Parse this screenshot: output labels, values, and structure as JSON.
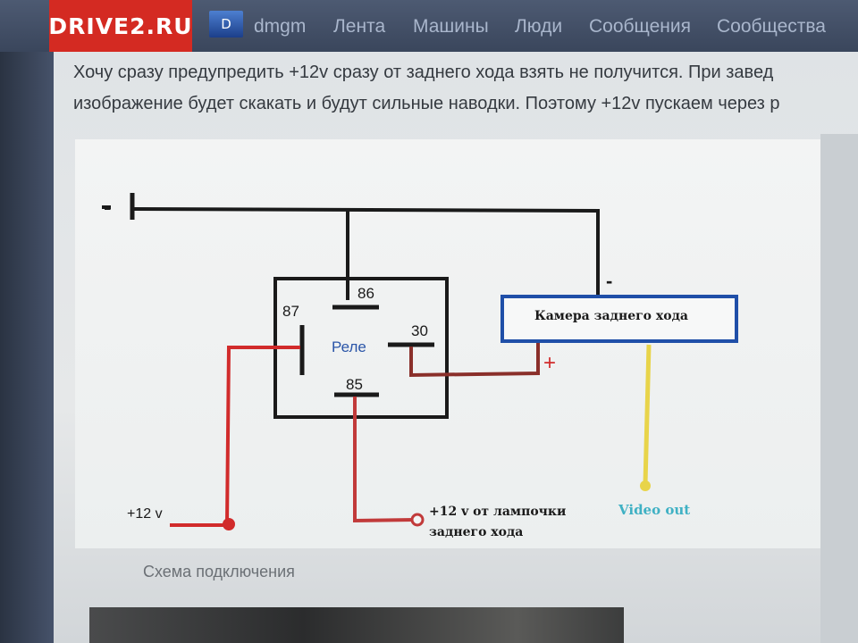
{
  "header": {
    "logo": "DRIVE2.RU",
    "avatar_letter": "D",
    "username": "dmgm",
    "nav": [
      "Лента",
      "Машины",
      "Люди",
      "Сообщения",
      "Сообщества"
    ]
  },
  "article": {
    "line1": "Хочу сразу предупредить +12v сразу от заднего хода взять не получится. При завед",
    "line2": "изображение будет скакать и будут сильные наводки. Поэтому +12v пускаем через р",
    "caption": "Схема подключения"
  },
  "diagram": {
    "minus_left": "-",
    "minus_camera": "-",
    "relay_label": "Реле",
    "pin86": "86",
    "pin87": "87",
    "pin30": "30",
    "pin85": "85",
    "camera_label": "Камера заднего хода",
    "plus_camera": "+",
    "plus12_label": "+12 v",
    "lamp_line1": "+12 v от лампочки",
    "lamp_line2": "заднего хода",
    "video_label": "Video out"
  },
  "colors": {
    "logo_red": "#d42a22",
    "wire_black": "#1a1a1a",
    "wire_red": "#d12b2b",
    "wire_yellow": "#e8d44a",
    "camera_box": "#1f4fa8",
    "video_text": "#3fb1c4"
  }
}
